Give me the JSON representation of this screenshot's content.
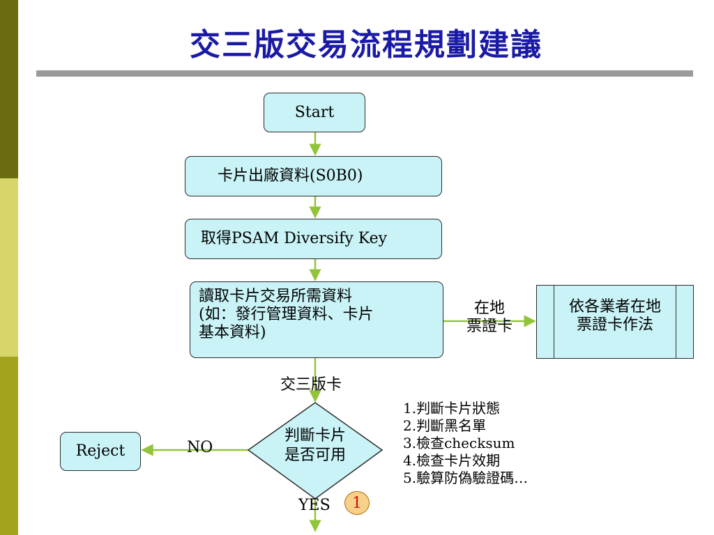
{
  "title": "交三版交易流程規劃建議",
  "flow": {
    "start": "Start",
    "step1": "卡片出廠資料(S0B0)",
    "step2": "取得PSAM Diversify Key",
    "step3_lines": [
      "讀取卡片交易所需資料",
      "(如：發行管理資料、卡片",
      "基本資料)"
    ],
    "branch_label_lines": [
      "在地",
      "票證卡"
    ],
    "local_process_lines": [
      "依各業者在地",
      "票證卡作法"
    ],
    "edge_label_third": "交三版卡",
    "decision_lines": [
      "判斷卡片",
      "是否可用"
    ],
    "no_label": "NO",
    "reject": "Reject",
    "yes_label": "YES",
    "badge": "1"
  },
  "checks": [
    "1.判斷卡片狀態",
    "2.判斷黑名單",
    "3.檢查checksum",
    "4.檢查卡片效期",
    "5.驗算防偽驗證碼…"
  ],
  "colors": {
    "box_fill": "#c9f3f7",
    "arrow": "#92c43a",
    "title": "#1a1aa6",
    "sidebar": [
      "#6b6b10",
      "#d6d66b",
      "#a3a31e"
    ]
  }
}
